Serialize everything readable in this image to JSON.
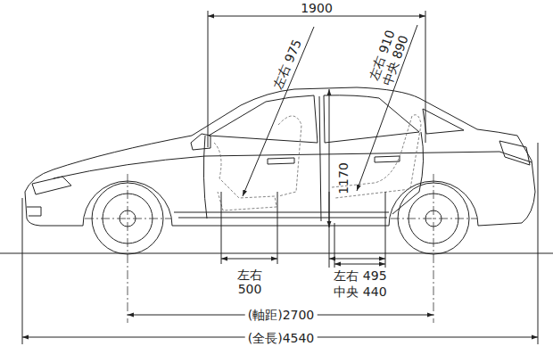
{
  "diagram": {
    "labels": [
      "1900",
      "左右 975",
      "左右 910",
      "中央 890",
      "1170",
      "左右 500",
      "左右 495",
      "中央 440",
      "(軸距)2700",
      "(全長)4540"
    ]
  }
}
